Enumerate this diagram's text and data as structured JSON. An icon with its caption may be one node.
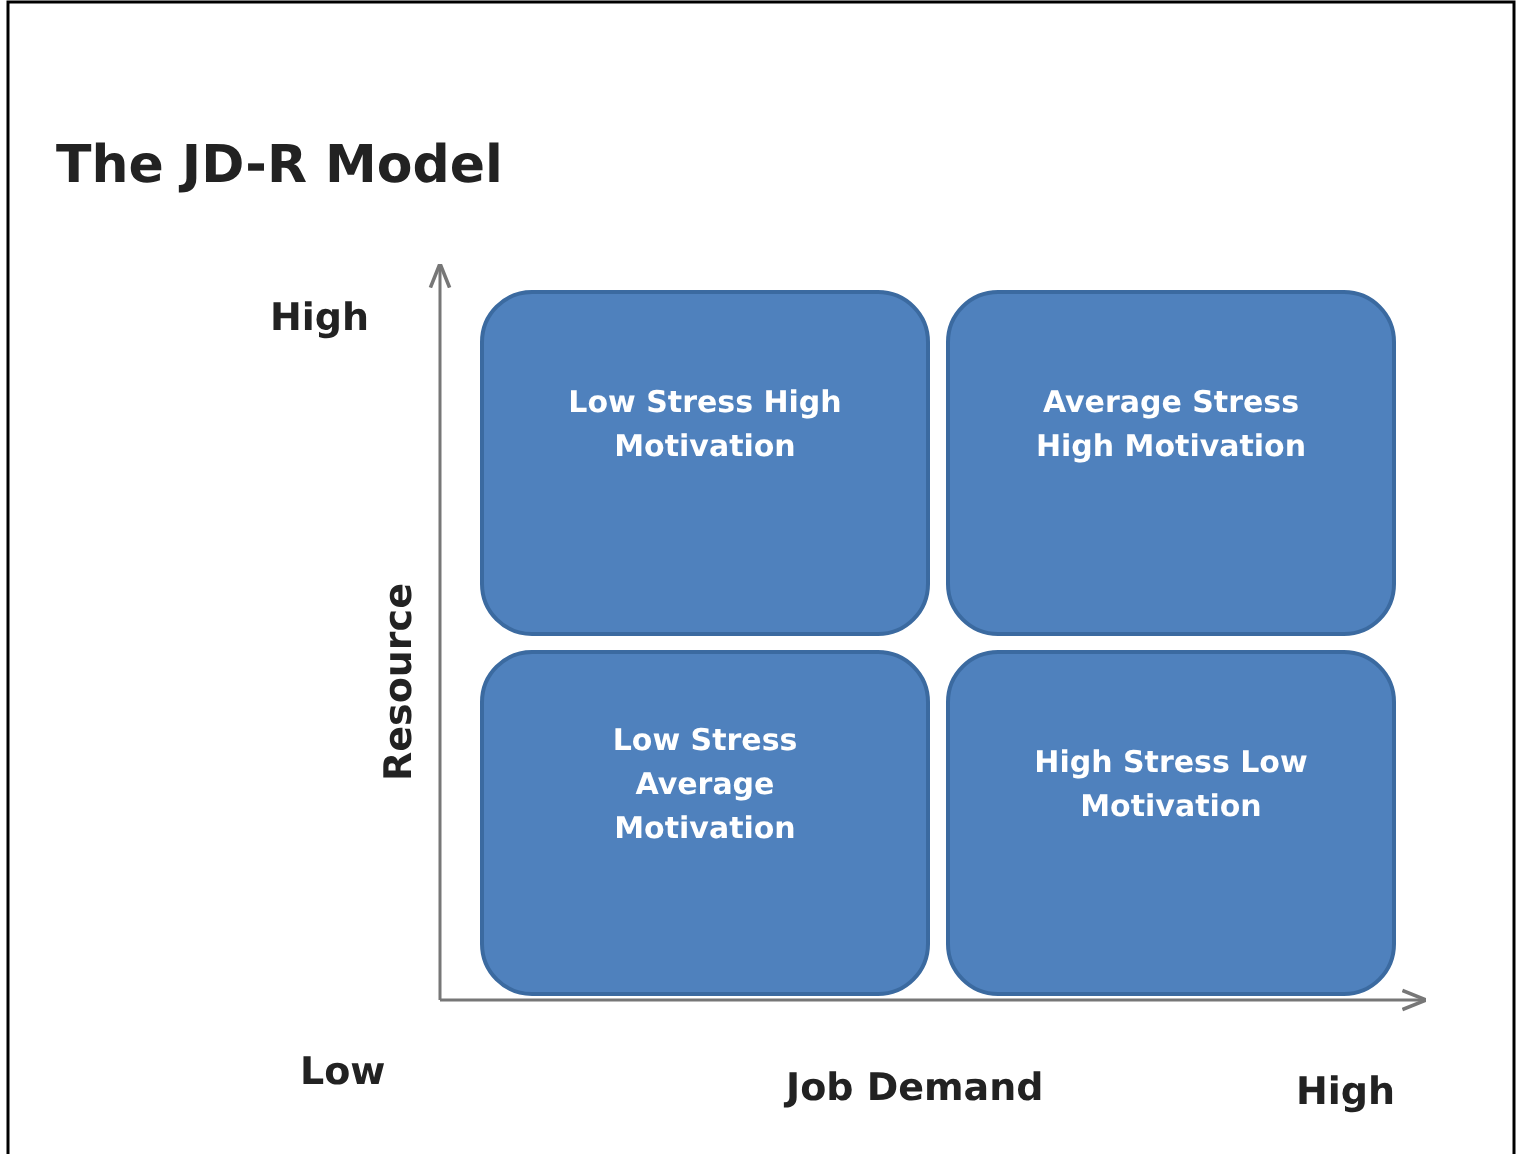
{
  "diagram": {
    "title": "The JD-R Model",
    "nodes": [
      {
        "text": [
          "Low Stress High Motivation"
        ]
      },
      {
        "text": [
          "Average Stress High Motivation"
        ]
      },
      {
        "text": [
          "Low Stress Average Motivation"
        ]
      },
      {
        "text": [
          "High Stress Low Motivation"
        ]
      }
    ],
    "labels": [
      "High",
      "Resource",
      "Low",
      "Job Demand",
      "High"
    ]
  }
}
